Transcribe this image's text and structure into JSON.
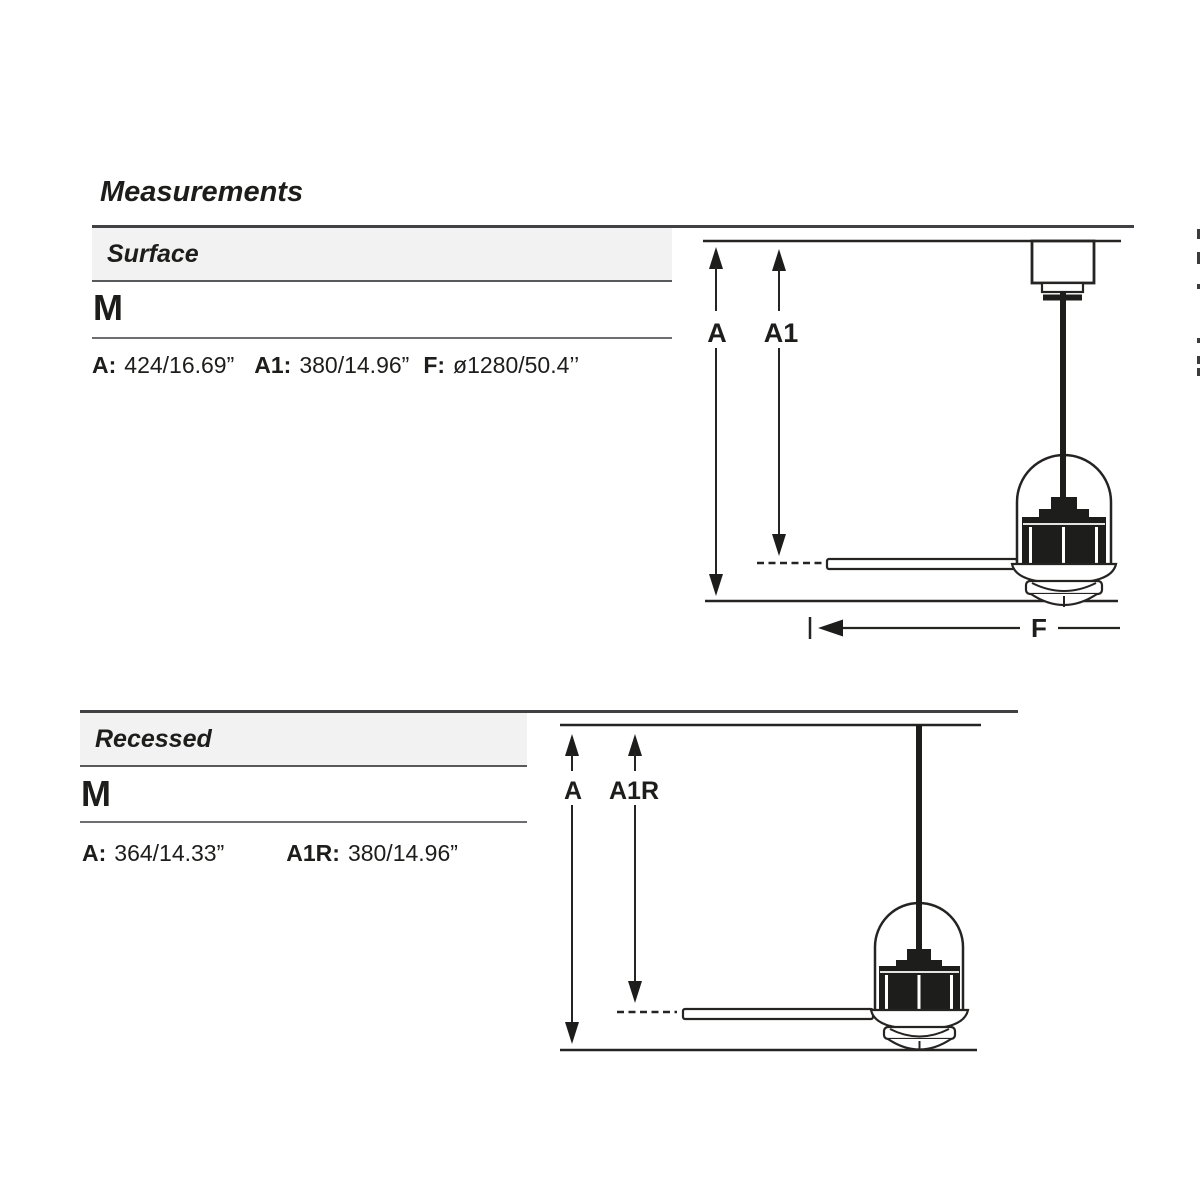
{
  "page": {
    "title": "Measurements"
  },
  "surface": {
    "section_label": "Surface",
    "model": "M",
    "dims": [
      {
        "key": "A:",
        "value": "424/16.69”"
      },
      {
        "key": "A1:",
        "value": "380/14.96”"
      },
      {
        "key": "F:",
        "value": "ø1280/50.4’’"
      }
    ],
    "diagram": {
      "label_a": "A",
      "label_a1": "A1",
      "label_f": "F"
    }
  },
  "recessed": {
    "section_label": "Recessed",
    "model": "M",
    "dims": [
      {
        "key": "A:",
        "value": "364/14.33”"
      },
      {
        "key": "A1R:",
        "value": "380/14.96”"
      }
    ],
    "diagram": {
      "label_a": "A",
      "label_a1r": "A1R"
    }
  },
  "colors": {
    "ink": "#1d1d1b",
    "line": "#262423",
    "rule_dark": "#414042",
    "rule_mid": "#58595b",
    "rule_light": "#6d6e71",
    "bar_bg": "#f2f2f2"
  }
}
